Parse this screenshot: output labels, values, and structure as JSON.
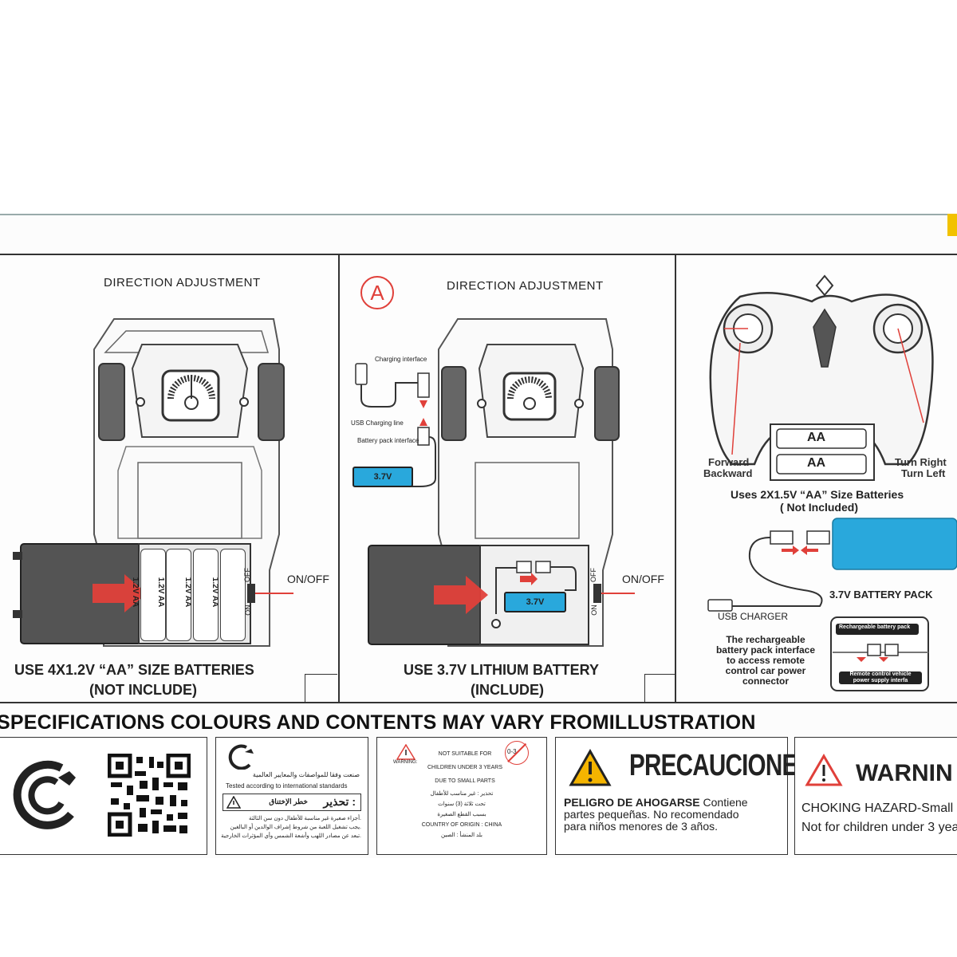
{
  "panel1": {
    "heading": "DIRECTION  ADJUSTMENT",
    "battery_labels": [
      "1.2V AA",
      "1.2V AA",
      "1.2V AA",
      "1.2V AA"
    ],
    "switch_on": "ON",
    "switch_off": "OFF",
    "switch_label": "ON/OFF",
    "caption_line1": "USE 4X1.2V “AA” SIZE BATTERIES",
    "caption_line2": "(NOT INCLUDE)"
  },
  "panel2": {
    "badge": "A",
    "heading": "DIRECTION  ADJUSTMENT",
    "charging_interface": "Charging interface",
    "usb_line": "USB Charging line",
    "battery_interface": "Battery pack interface",
    "voltage_tag": "3.7V",
    "voltage_tag_inner": "3.7V",
    "switch_on": "ON",
    "switch_off": "OFF",
    "switch_label": "ON/OFF",
    "caption_line1": "USE 3.7V LITHIUM BATTERY",
    "caption_line2": "(INCLUDE)"
  },
  "panel3": {
    "forward": "Forward",
    "backward": "Backward",
    "turn_right": "Turn Right",
    "turn_left": "Turn Left",
    "battery_label": "AA",
    "batteries_line1": "Uses 2X1.5V “AA” Size Batteries",
    "batteries_line2": "( Not Included)",
    "battery_pack": "3.7V BATTERY PACK",
    "usb_charger": "USB  CHARGER",
    "rechargeable_line1": "The rechargeable",
    "rechargeable_line2": "battery pack interface",
    "rechargeable_line3": "to access remote",
    "rechargeable_line4": "control car power",
    "rechargeable_line5": "connector",
    "inset_top": "Rechargeable battery pack",
    "inset_bottom_line1": "Remote control vehicle",
    "inset_bottom_line2": "power supply interfa"
  },
  "banner": "SPECIFICATIONS COLOURS AND CONTENTS MAY VARY FROMILLUSTRATION",
  "strip2": {
    "arabic_line1": "صنعت وفقا للمواصفات والمعايير العالمية",
    "tested": "Tested according to international standards",
    "warn_title": "تحذير :",
    "warn_sub": "خطر الإختناق",
    "bullet1": "أجزاء صغيرة غير مناسبة للأطفال دون سن الثالثة.",
    "bullet2": "يجب تشغيل اللعبة من شروط إشراف الوالدين أو البالغين.",
    "bullet3": "تبعد عن مصادر اللهب وأشعة الشمس وأي المؤثرات الخارجية."
  },
  "strip3": {
    "warning_small": "WARNING:",
    "age_badge": "0-3",
    "line1": "NOT SUITABLE FOR",
    "line2": "CHILDREN UNDER 3 YEARS",
    "line3": "DUE TO SMALL PARTS",
    "line4": "تحذير : غير مناسب للأطفال",
    "line5": "تحت ثلاثة (3) سنوات",
    "line6": "بسبب القطع الصغيرة",
    "line7": "COUNTRY OF ORIGIN : CHINA",
    "line8": "بلد المنشأ : الصين"
  },
  "strip4": {
    "title": "PRECAUCIONES:",
    "line1_bold": "PELIGRO  DE  AHOGARSE",
    "line1_rest": " Contiene",
    "line2": "partes  pequeñas.  No  recomendado",
    "line3": "para  niños menores  de  3  años."
  },
  "strip5": {
    "title": "WARNIN",
    "line1": "CHOKING HAZARD-Small",
    "line2": "Not for children under 3 yea"
  },
  "colors": {
    "accent_red": "#e0403a",
    "battery_blue": "#29a8dc",
    "dark_gray": "#555555"
  }
}
